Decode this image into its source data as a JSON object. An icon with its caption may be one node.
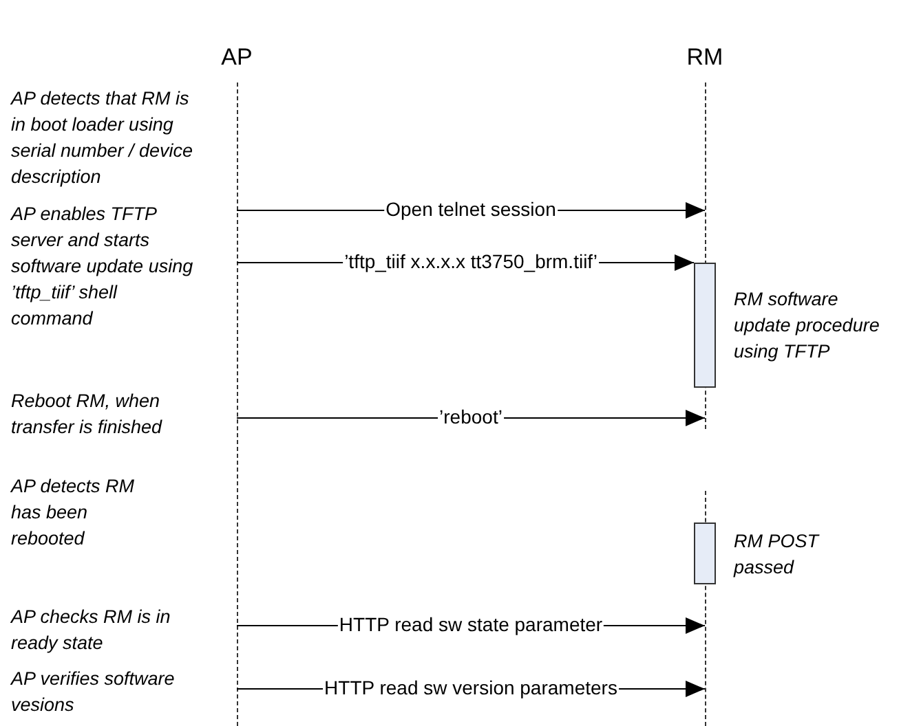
{
  "diagram": {
    "nodes": [
      {
        "text": [
          "AP"
        ]
      },
      {
        "text": [
          "RM"
        ]
      },
      {
        "text": [],
        "shape": "box",
        "beside": [
          "RM software update procedure using TFTP"
        ]
      },
      {
        "text": [],
        "shape": "box",
        "beside": [
          "RM POST passed"
        ]
      }
    ],
    "edges": [
      {
        "from": 0,
        "to": 1,
        "arrow": "to",
        "label": "Open telnet session"
      },
      {
        "from": 0,
        "to": 2,
        "arrow": "to",
        "label": "’tftp_tiif x.x.x.x tt3750_brm.tiif’"
      },
      {
        "from": 0,
        "to": 1,
        "arrow": "to",
        "label": "’reboot’"
      },
      {
        "from": 0,
        "to": 1,
        "arrow": "to",
        "label": "HTTP read sw state parameter"
      },
      {
        "from": 0,
        "to": 1,
        "arrow": "to",
        "label": "HTTP read sw version parameters"
      }
    ],
    "labels": [
      "AP detects that RM is in boot loader using serial number / device description",
      "AP enables TFTP server and starts software update using ’tftp_tiif’ shell command",
      "Reboot RM, when transfer is finished",
      "AP detects RM has been rebooted",
      "AP checks RM is in ready state",
      "AP verifies software vesions"
    ]
  }
}
